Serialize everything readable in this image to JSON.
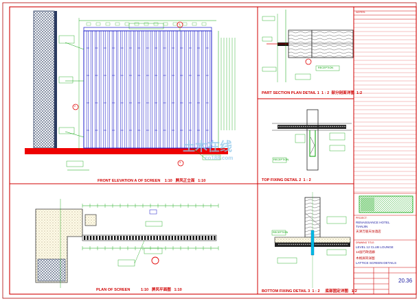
{
  "sheet": {
    "titles": {
      "front_elevation": "FRONT ELEVATION A OF SCREEN",
      "front_elevation_scale": "1:10",
      "front_elevation_cn": "屏风正立面",
      "front_elevation_scale2": "1:10",
      "plan": "PLAN OF SCREEN",
      "plan_scale": "1:10",
      "plan_cn": "屏风平面图",
      "plan_scale2": "1:10",
      "part_section": "PART SECTION PLAN DETAIL 1",
      "part_section_scale": "1 : 2",
      "part_section_cn": "部分剖面详图",
      "part_section_scale2": "1:2",
      "top_fixing": "TOP FIXING DETAIL 2",
      "top_fixing_scale": "1 : 2",
      "bottom_fixing": "BOTTOM FIXING DETAIL 3",
      "bottom_fixing_scale": "1 : 2",
      "bottom_fixing_cn": "底部固定详图",
      "bottom_fixing_scale2": "1:2"
    },
    "tags": [
      "RECEPTION",
      "RECEPTION",
      "RECEPTION"
    ],
    "callout_numbers": [
      "1",
      "2",
      "3"
    ],
    "title_block": {
      "notes_label": "NOTES:",
      "project_label": "PROJECT:",
      "project_line1": "RENAISSANCE HOTEL",
      "project_line2": "TIANJIN",
      "project_cn": "天津万丽天坊酒店",
      "drawing_label": "DRAWING TITLE:",
      "drawing_line1": "LEVEL 12 CLUB LOUNGE",
      "drawing_cn1": "12层行政酒廊",
      "drawing_line2": "LATTICE SCREEN DETAILS",
      "drawing_cn2": "木格屏风详图",
      "drawing_no": "20.36"
    },
    "watermark": {
      "text_cn": "土木在线",
      "text_en": "co188.com"
    },
    "colors": {
      "border": "#d00000",
      "line_blue": "#1818c8",
      "line_green": "#00a000",
      "line_red": "#e00000",
      "hatch_gray": "#6a7a90"
    }
  }
}
